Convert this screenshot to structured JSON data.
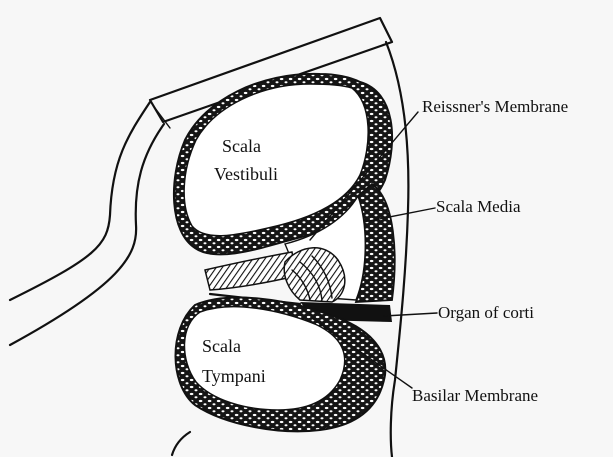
{
  "labels": {
    "reissners_membrane": "Reissner's Membrane",
    "scala_media": "Scala Media",
    "organ_of_corti": "Organ of corti",
    "basilar_membrane": "Basilar Membrane",
    "scala_vestibuli_line1": "Scala",
    "scala_vestibuli_line2": "Vestibuli",
    "scala_tympani_line1": "Scala",
    "scala_tympani_line2": "Tympani"
  },
  "colors": {
    "ink": "#111111",
    "background": "#f7f7f7",
    "chamber_fill": "#ffffff"
  }
}
